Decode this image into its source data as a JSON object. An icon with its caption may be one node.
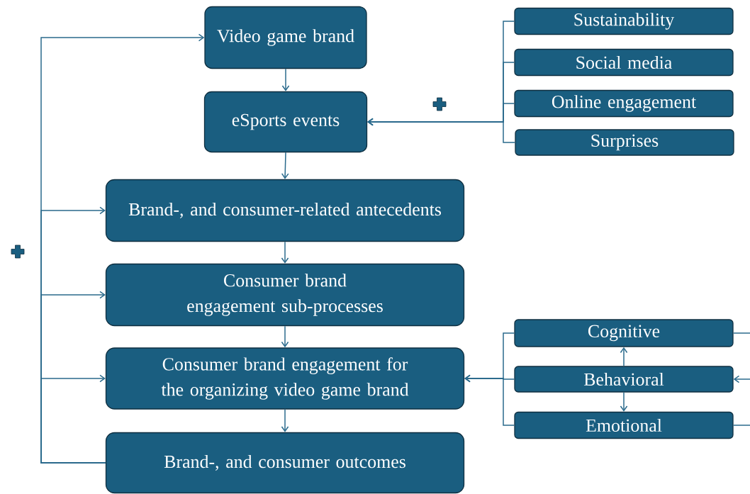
{
  "diagram": {
    "nodes": [
      {
        "text": [
          "Video game brand"
        ]
      },
      {
        "text": [
          "eSports events"
        ]
      },
      {
        "text": [
          "Brand-, and consumer-related antecedents"
        ]
      },
      {
        "text": [
          "Consumer brand engagement sub-processes"
        ]
      },
      {
        "text": [
          "Consumer brand engagement for the organizing video game brand"
        ]
      },
      {
        "text": [
          "Brand-, and consumer outcomes"
        ]
      },
      {
        "text": [
          "Sustainability"
        ]
      },
      {
        "text": [
          "Social media"
        ]
      },
      {
        "text": [
          "Online engagement"
        ]
      },
      {
        "text": [
          "Surprises"
        ]
      },
      {
        "text": [
          "Cognitive"
        ]
      },
      {
        "text": [
          "Behavioral"
        ]
      },
      {
        "text": [
          "Emotional"
        ]
      }
    ],
    "edges": [
      {
        "from": 0,
        "to": 1,
        "arrow": "to"
      },
      {
        "from": 1,
        "to": 2,
        "arrow": "to"
      },
      {
        "from": 2,
        "to": 3,
        "arrow": "to"
      },
      {
        "from": 3,
        "to": 4,
        "arrow": "to"
      },
      {
        "from": 4,
        "to": 5,
        "arrow": "to"
      },
      {
        "from": 5,
        "to": 0,
        "arrow": "to"
      },
      {
        "from": 5,
        "to": 2,
        "arrow": "to"
      },
      {
        "from": 5,
        "to": 3,
        "arrow": "to"
      },
      {
        "from": 5,
        "to": 4,
        "arrow": "to"
      },
      {
        "from": 6,
        "to": 1,
        "arrow": "to"
      },
      {
        "from": 7,
        "to": 1,
        "arrow": "to"
      },
      {
        "from": 8,
        "to": 1,
        "arrow": "to"
      },
      {
        "from": 9,
        "to": 1,
        "arrow": "to"
      },
      {
        "from": 10,
        "to": 4,
        "arrow": "to"
      },
      {
        "from": 11,
        "to": 4,
        "arrow": "to"
      },
      {
        "from": 12,
        "to": 4,
        "arrow": "to"
      },
      {
        "from": 11,
        "to": 10,
        "arrow": "to"
      },
      {
        "from": 11,
        "to": 12,
        "arrow": "to"
      },
      {
        "from": null,
        "to": 11,
        "arrow": "to"
      },
      {
        "from": 10,
        "to": null,
        "arrow": "none"
      },
      {
        "from": 12,
        "to": null,
        "arrow": "none"
      }
    ]
  }
}
